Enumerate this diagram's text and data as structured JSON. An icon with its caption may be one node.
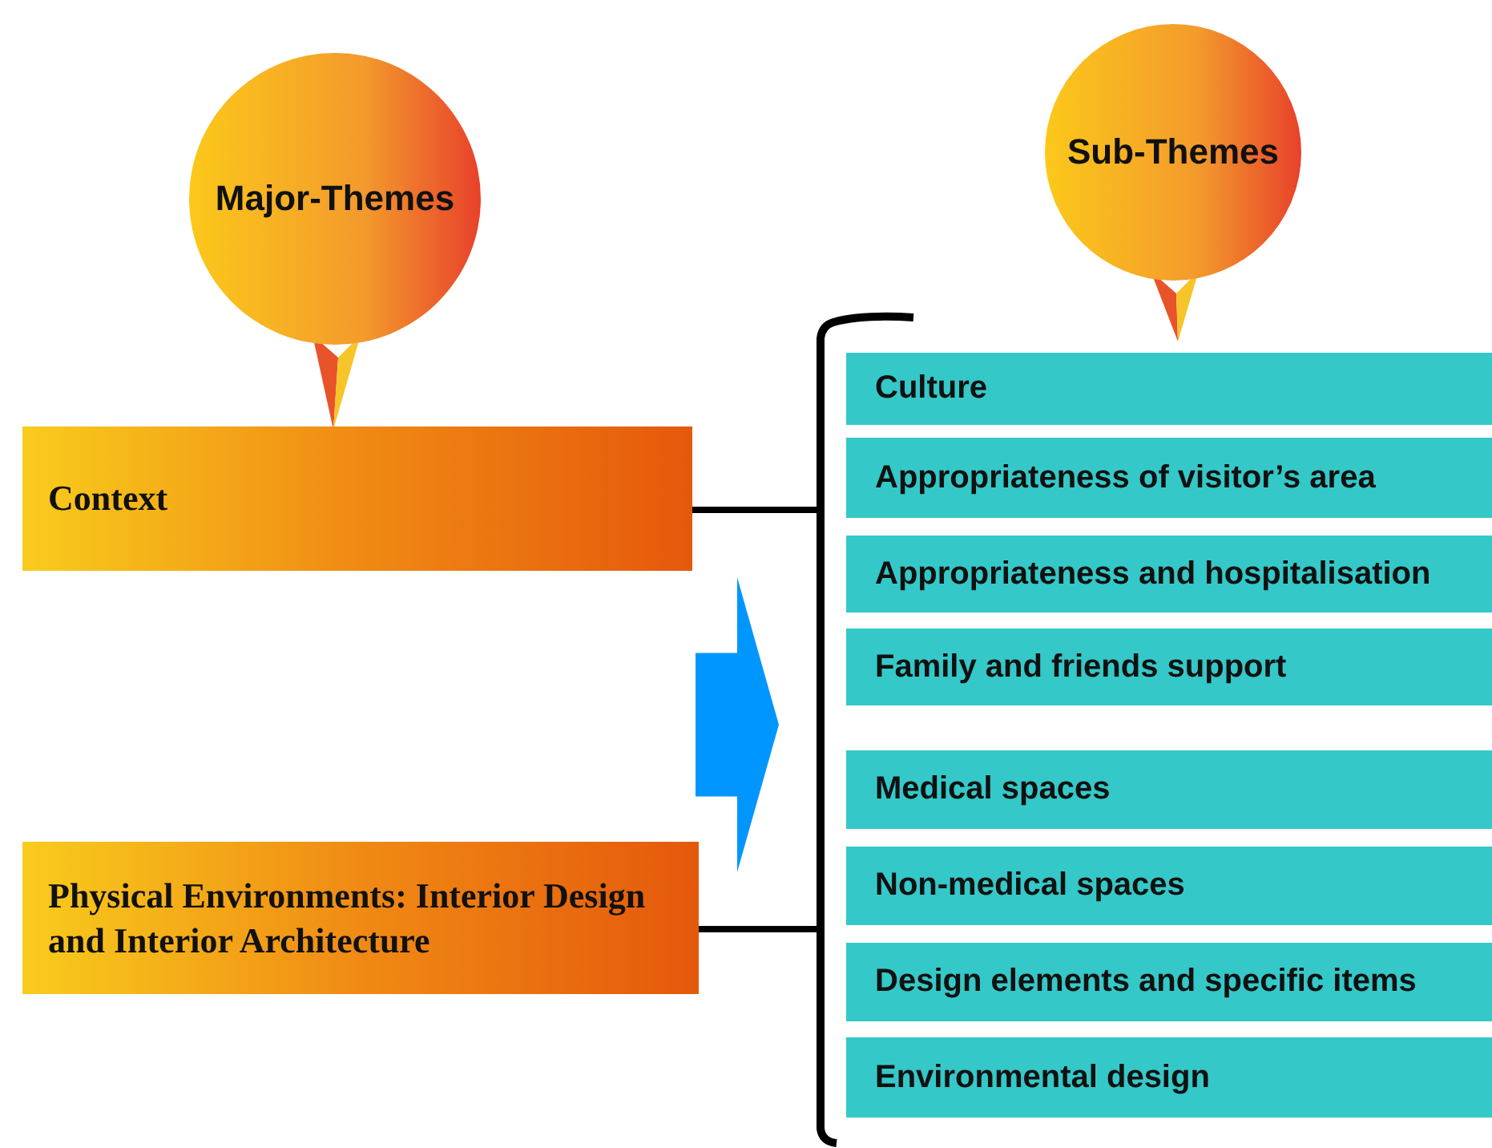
{
  "diagram": {
    "nodes": [
      {
        "text": [
          "Major-Themes"
        ]
      },
      {
        "text": [
          "Context"
        ]
      },
      {
        "text": [
          "Physical Environments: Interior Design and Interior Architecture"
        ]
      },
      {
        "text": [
          "Sub-Themes"
        ]
      },
      {
        "text": [],
        "shape": "bracket"
      },
      {
        "text": [
          "Culture"
        ],
        "in": 4
      },
      {
        "text": [
          "Appropriateness of visitor’s area"
        ],
        "in": 4
      },
      {
        "text": [
          "Appropriateness and hospitalisation"
        ],
        "in": 4
      },
      {
        "text": [
          "Family and friends support"
        ],
        "in": 4
      },
      {
        "text": [
          "Medical spaces"
        ],
        "in": 4
      },
      {
        "text": [
          "Non-medical spaces"
        ],
        "in": 4
      },
      {
        "text": [
          "Design elements and specific items"
        ],
        "in": 4
      },
      {
        "text": [
          "Environmental design"
        ],
        "in": 4
      }
    ],
    "edges": [
      {
        "from": 1,
        "to": 4,
        "arrow": "none"
      },
      {
        "from": 2,
        "to": 4,
        "arrow": "none"
      },
      {
        "from": null,
        "to": 4,
        "arrow": "to",
        "style": "thick",
        "color": "#0096ff"
      }
    ]
  }
}
